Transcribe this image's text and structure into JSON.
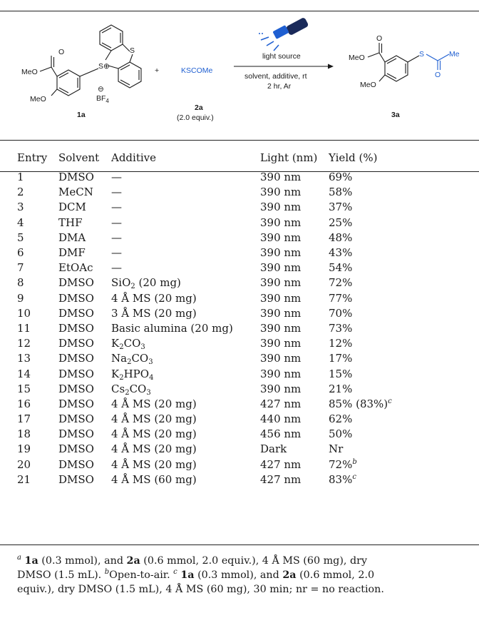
{
  "scheme": {
    "reactant1": {
      "label": "1a",
      "ester_o": "O",
      "ester_meo": "MeO",
      "ether_meo": "MeO",
      "s_plus": "S⊕",
      "s_top": "S",
      "anion": "BF",
      "anion_sub": "4",
      "anion_charge": "⊖"
    },
    "plus_sign": "+",
    "reactant2": {
      "formula": "KSCOMe",
      "label": "2a",
      "equiv": "(2.0 equiv.)"
    },
    "conditions": {
      "above": "light source",
      "below_1": "solvent, additive, rt",
      "below_2": "2 hr, Ar"
    },
    "product": {
      "label": "3a",
      "ester_o": "O",
      "ester_meo": "MeO",
      "ether_meo": "MeO",
      "s": "S",
      "me": "Me",
      "o": "O"
    },
    "colors": {
      "blue": "#1f5fd1",
      "lamp_dark": "#1a2a5a"
    },
    "lamp_icon": "blue-led-lamp-icon"
  },
  "table": {
    "headers": [
      "Entry",
      "Solvent",
      "Additive",
      "Light (nm)",
      "Yield (%)"
    ],
    "rows": [
      {
        "entry": "1",
        "solvent": "DMSO",
        "additive": "—",
        "light": "390 nm",
        "yield": "69%"
      },
      {
        "entry": "2",
        "solvent": "MeCN",
        "additive": "—",
        "light": "390 nm",
        "yield": "58%"
      },
      {
        "entry": "3",
        "solvent": "DCM",
        "additive": "—",
        "light": "390 nm",
        "yield": "37%"
      },
      {
        "entry": "4",
        "solvent": "THF",
        "additive": "—",
        "light": "390 nm",
        "yield": "25%"
      },
      {
        "entry": "5",
        "solvent": "DMA",
        "additive": "—",
        "light": "390 nm",
        "yield": "48%"
      },
      {
        "entry": "6",
        "solvent": "DMF",
        "additive": "—",
        "light": "390 nm",
        "yield": "43%"
      },
      {
        "entry": "7",
        "solvent": "EtOAc",
        "additive": "—",
        "light": "390 nm",
        "yield": "54%"
      },
      {
        "entry": "8",
        "solvent": "DMSO",
        "additive": "SiO",
        "additive_sub": "2",
        "additive_tail": " (20 mg)",
        "light": "390 nm",
        "yield": "72%"
      },
      {
        "entry": "9",
        "solvent": "DMSO",
        "additive": "4 Å MS (20 mg)",
        "light": "390 nm",
        "yield": "77%"
      },
      {
        "entry": "10",
        "solvent": "DMSO",
        "additive": "3 Å MS (20 mg)",
        "light": "390 nm",
        "yield": "70%"
      },
      {
        "entry": "11",
        "solvent": "DMSO",
        "additive": "Basic alumina (20 mg)",
        "light": "390 nm",
        "yield": "73%"
      },
      {
        "entry": "12",
        "solvent": "DMSO",
        "additive": "K",
        "additive_sub": "2",
        "additive_tail": "CO",
        "additive_sub2": "3",
        "light": "390 nm",
        "yield": "12%"
      },
      {
        "entry": "13",
        "solvent": "DMSO",
        "additive": "Na",
        "additive_sub": "2",
        "additive_tail": "CO",
        "additive_sub2": "3",
        "light": "390 nm",
        "yield": "17%"
      },
      {
        "entry": "14",
        "solvent": "DMSO",
        "additive": "K",
        "additive_sub": "2",
        "additive_tail": "HPO",
        "additive_sub2": "4",
        "light": "390 nm",
        "yield": "15%"
      },
      {
        "entry": "15",
        "solvent": "DMSO",
        "additive": "Cs",
        "additive_sub": "2",
        "additive_tail": "CO",
        "additive_sub2": "3",
        "light": "390 nm",
        "yield": "21%"
      },
      {
        "entry": "16",
        "solvent": "DMSO",
        "additive": "4 Å MS (20 mg)",
        "light": "427 nm",
        "yield": "85% (83%)",
        "yield_sup": "c"
      },
      {
        "entry": "17",
        "solvent": "DMSO",
        "additive": "4 Å MS (20 mg)",
        "light": "440 nm",
        "yield": "62%"
      },
      {
        "entry": "18",
        "solvent": "DMSO",
        "additive": "4 Å MS (20 mg)",
        "light": "456 nm",
        "yield": "50%"
      },
      {
        "entry": "19",
        "solvent": "DMSO",
        "additive": "4 Å MS (20 mg)",
        "light": "Dark",
        "yield": "Nr"
      },
      {
        "entry": "20",
        "solvent": "DMSO",
        "additive": "4 Å MS (20 mg)",
        "light": "427 nm",
        "yield": "72%",
        "yield_sup": "b"
      },
      {
        "entry": "21",
        "solvent": "DMSO",
        "additive": "4 Å MS (60 mg)",
        "light": "427 nm",
        "yield": "83%",
        "yield_sup": "c"
      }
    ]
  },
  "footnotes": {
    "a_mark": "a",
    "a_b1": "1a",
    "a_t1": " (0.3 mmol), and ",
    "a_b2": "2a",
    "a_t2": " (0.6 mmol, 2.0 equiv.), 4 Å MS (60 mg), dry",
    "a_t3": "DMSO (1.5 mL). ",
    "b_mark": "b",
    "b_text": "Open-to-air. ",
    "c_mark": "c",
    "c_b1": "1a",
    "c_t1": " (0.3 mmol), and ",
    "c_b2": "2a",
    "c_t2": " (0.6 mmol, 2.0",
    "c_t3": "equiv.), dry DMSO (1.5 mL), 4 Å MS (60 mg), 30 min; nr = no reaction."
  }
}
